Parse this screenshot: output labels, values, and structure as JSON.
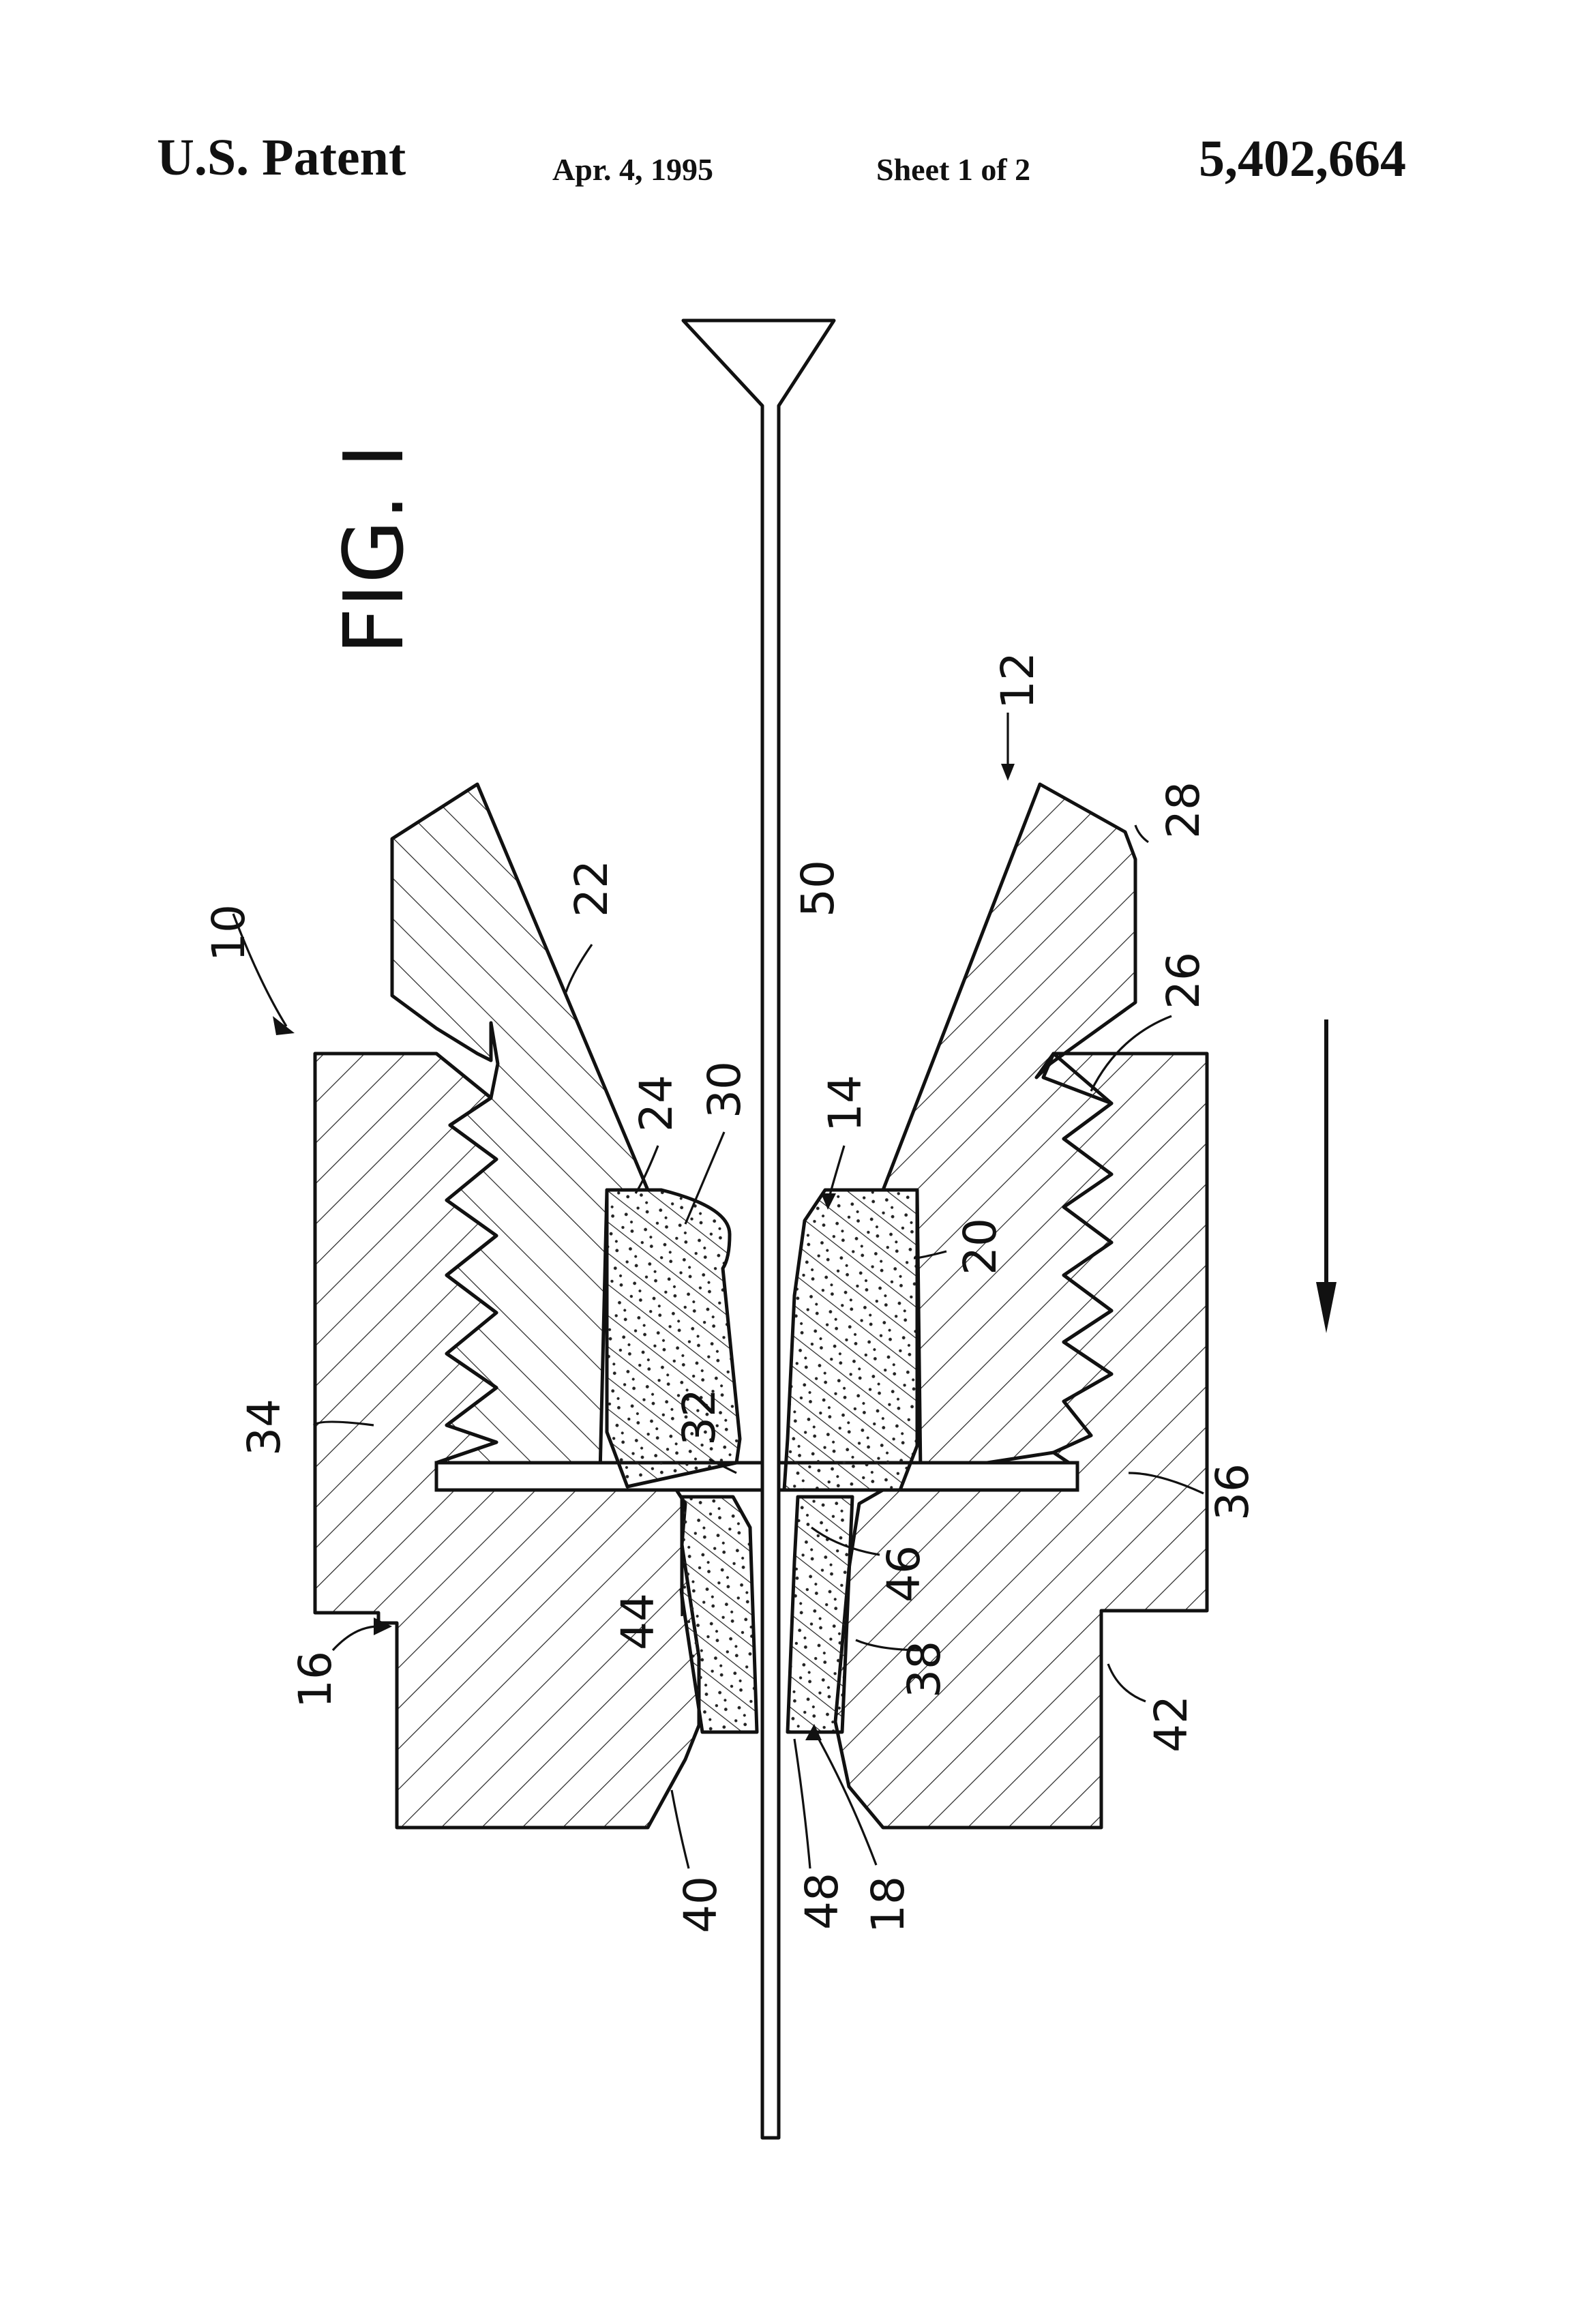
{
  "header": {
    "label": "U.S. Patent",
    "date": "Apr. 4, 1995",
    "sheet": "Sheet 1 of 2",
    "patent_number": "5,402,664"
  },
  "figure": {
    "title": "FIG. I",
    "reference_numerals": {
      "r10": "10",
      "r12": "12",
      "r14": "14",
      "r16": "16",
      "r18": "18",
      "r20": "20",
      "r22": "22",
      "r24": "24",
      "r26": "26",
      "r28": "28",
      "r30": "30",
      "r32": "32",
      "r34": "34",
      "r36": "36",
      "r38": "38",
      "r40": "40",
      "r42": "42",
      "r44": "44",
      "r46": "46",
      "r48": "48",
      "r50": "50"
    },
    "direction_arrow": "down"
  }
}
